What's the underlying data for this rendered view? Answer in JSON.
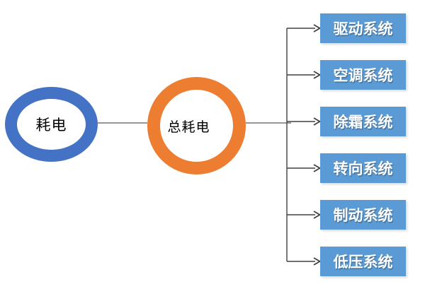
{
  "diagram": {
    "root": {
      "label": "耗电",
      "shape": "ring"
    },
    "hub": {
      "label": "总耗电",
      "shape": "ring"
    },
    "branches": [
      {
        "label": "驱动系统"
      },
      {
        "label": "空调系统"
      },
      {
        "label": "除霜系统"
      },
      {
        "label": "转向系统"
      },
      {
        "label": "制动系统"
      },
      {
        "label": "低压系统"
      }
    ],
    "colors": {
      "root_ring": "#4472C4",
      "hub_ring": "#ED7D31",
      "branch_fill": "#5B9BD5",
      "branch_text": "#FFFFFF",
      "node_text": "#000000",
      "connector": "#595959",
      "arrow": "#404040",
      "background": "#FFFFFF"
    }
  }
}
